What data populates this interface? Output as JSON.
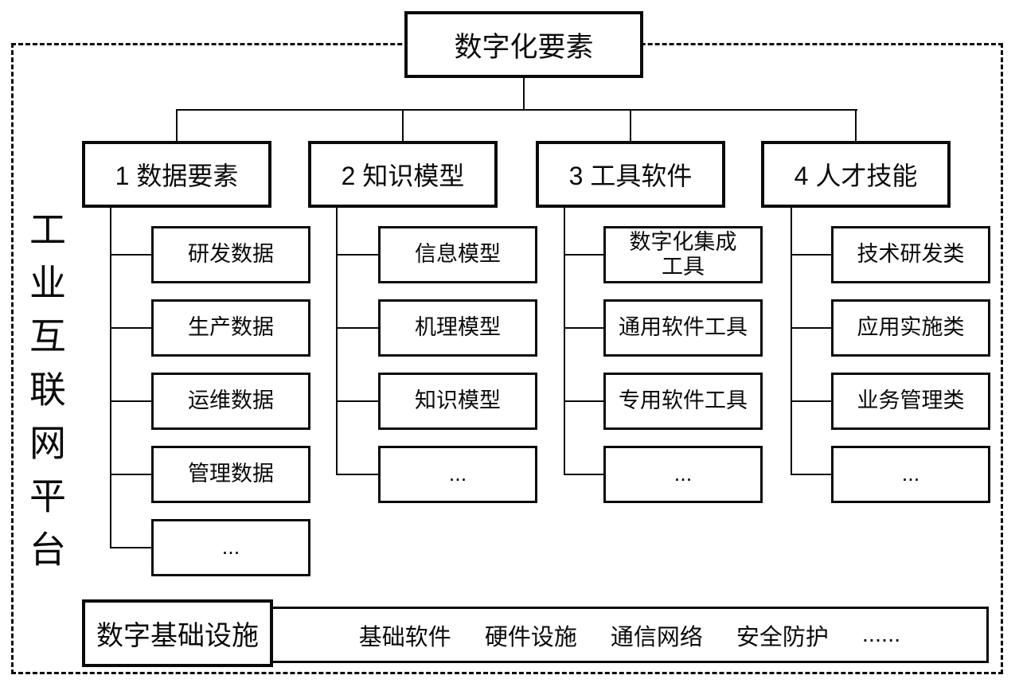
{
  "diagram": {
    "platform_label": "工业互联网平台",
    "root_label": "数字化要素",
    "columns": [
      {
        "header": "1 数据要素",
        "children": [
          "研发数据",
          "生产数据",
          "运维数据",
          "管理数据",
          "..."
        ]
      },
      {
        "header": "2 知识模型",
        "children": [
          "信息模型",
          "机理模型",
          "知识模型",
          "..."
        ]
      },
      {
        "header": "3 工具软件",
        "children": [
          "数字化集成\n工具",
          "通用软件工具",
          "专用软件工具",
          "..."
        ]
      },
      {
        "header": "4 人才技能",
        "children": [
          "技术研发类",
          "应用实施类",
          "业务管理类",
          "..."
        ]
      }
    ],
    "infrastructure": {
      "label": "数字基础设施",
      "items": [
        "基础软件",
        "硬件设施",
        "通信网络",
        "安全防护",
        "......"
      ]
    },
    "colors": {
      "line": "#0a0a0a",
      "background": "#ffffff"
    }
  }
}
